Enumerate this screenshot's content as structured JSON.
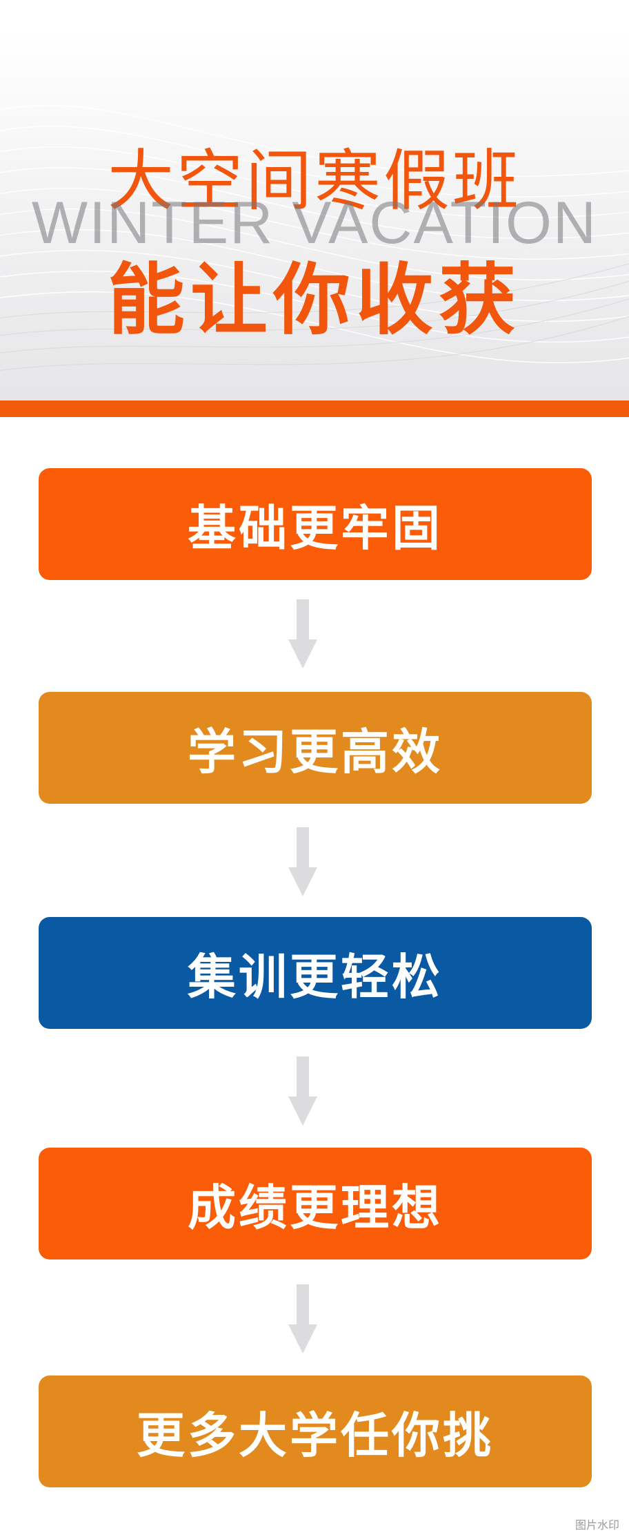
{
  "header": {
    "title_line1": "大空间寒假班",
    "title_line2": "能让你收获",
    "watermark": "WINTER VACATION"
  },
  "steps": [
    {
      "label": "基础更牢固",
      "color": "#fa5c07"
    },
    {
      "label": "学习更高效",
      "color": "#e38a1e"
    },
    {
      "label": "集训更轻松",
      "color": "#0a5aa3"
    },
    {
      "label": "成绩更理想",
      "color": "#fa5c07"
    },
    {
      "label": "更多大学任你挑",
      "color": "#e38a1e"
    }
  ],
  "footer": {
    "watermark_label": "图片水印"
  },
  "colors": {
    "accent_orange": "#f05a0a",
    "arrow_gray": "#dcdcdf"
  }
}
